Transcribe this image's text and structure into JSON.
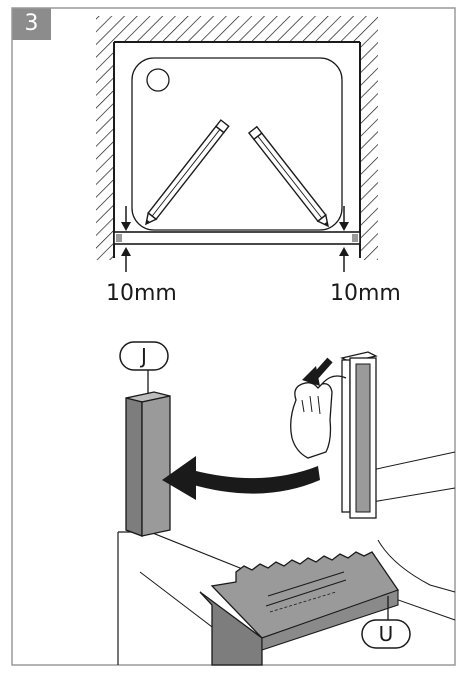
{
  "step": "3",
  "top_diagram": {
    "gap_left_label": "10mm",
    "gap_right_label": "10mm"
  },
  "bottom_diagram": {
    "part_j_label": "J",
    "part_u_label": "U"
  },
  "colors": {
    "line": "#1a1a1a",
    "panel_gray": "#9a9a9a",
    "panel_dark": "#7d7d7d",
    "badge": "#8c8c8c",
    "light_line": "#cfcfcf"
  }
}
